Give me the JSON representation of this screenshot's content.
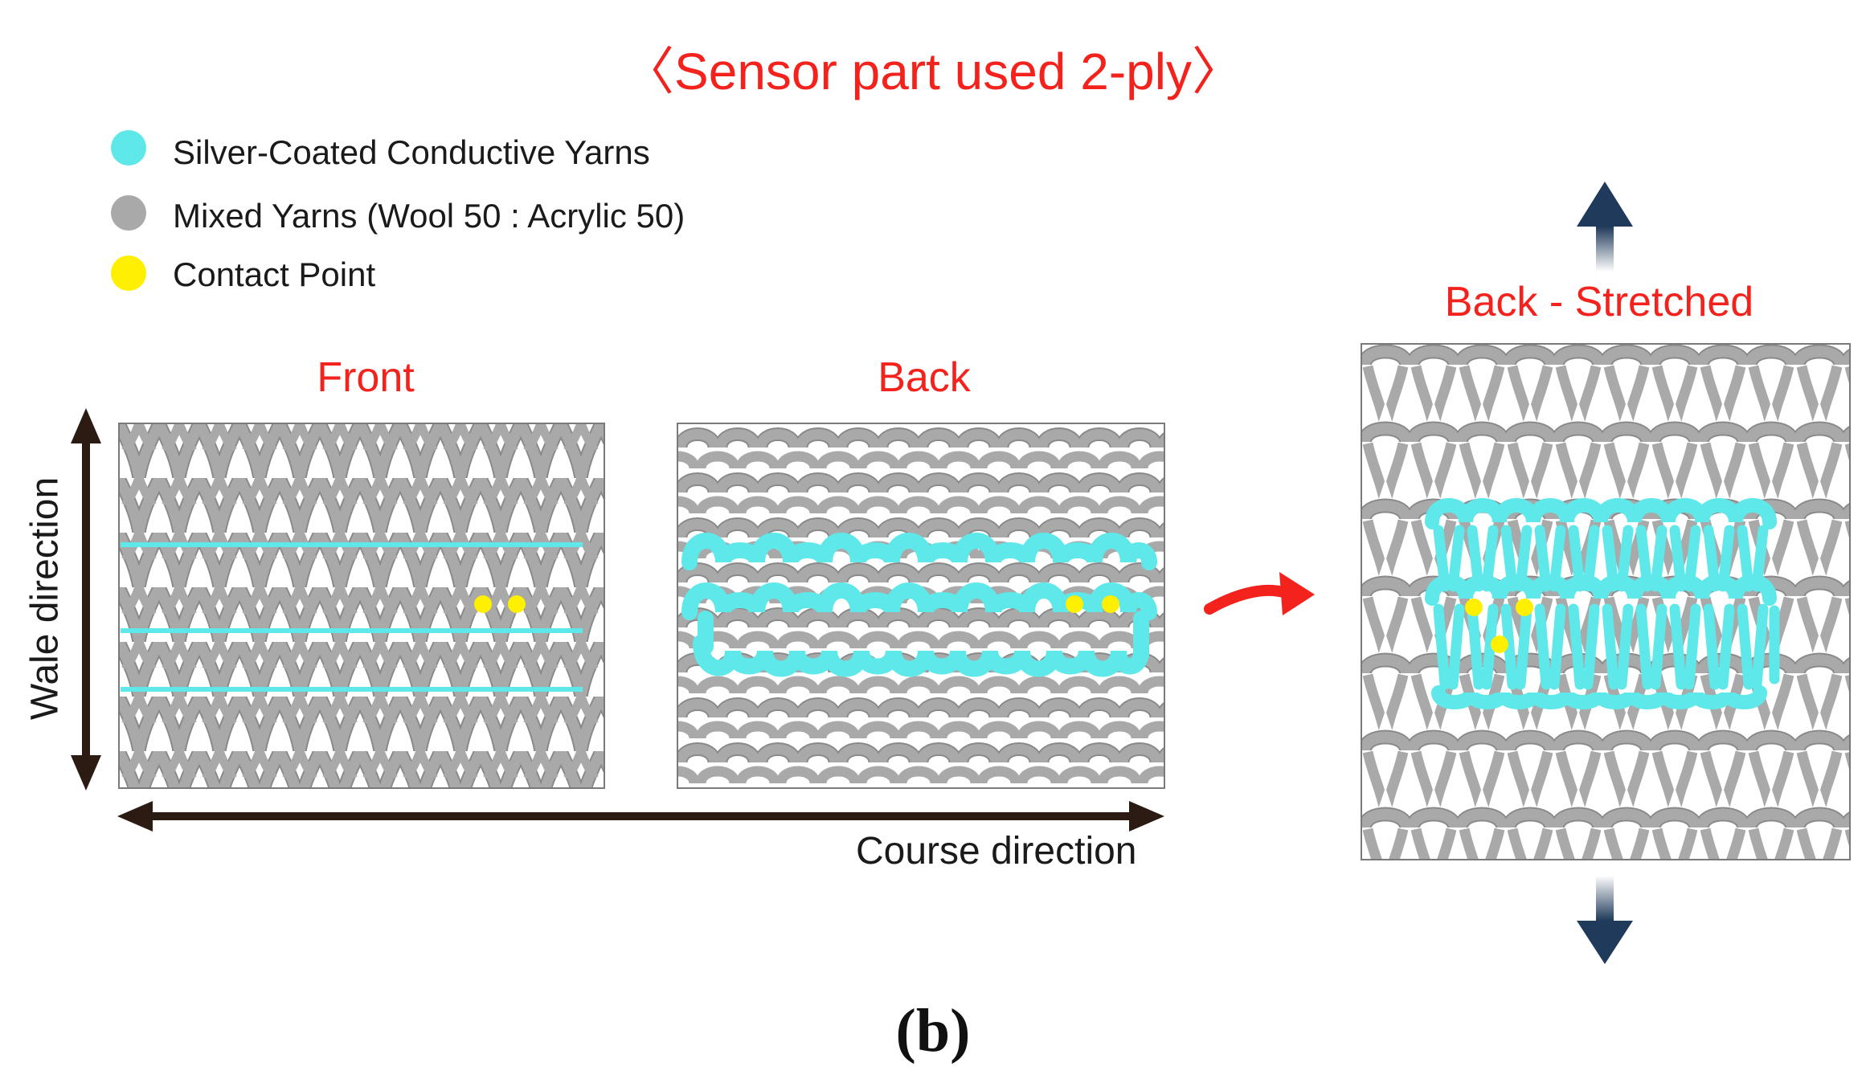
{
  "title": "〈Sensor part used 2-ply〉",
  "legend": [
    {
      "label": "Silver-Coated Conductive Yarns",
      "color": "#5ee8ea"
    },
    {
      "label": "Mixed Yarns (Wool 50 : Acrylic 50)",
      "color": "#a9a9a9"
    },
    {
      "label": "Contact Point",
      "color": "#ffef00"
    }
  ],
  "panels": {
    "front": "Front",
    "back": "Back",
    "stretched": "Back - Stretched"
  },
  "axes": {
    "wale": "Wale direction",
    "course": "Course direction"
  },
  "subfigure": "(b)",
  "colors": {
    "label_red": "#f4221c",
    "yarn_gray": "#a9a9a9",
    "conductive": "#5ee8ea",
    "contact": "#ffef00",
    "arrow_dark": "#2b1b12",
    "stretch_arrow": "#1f3a5a"
  }
}
